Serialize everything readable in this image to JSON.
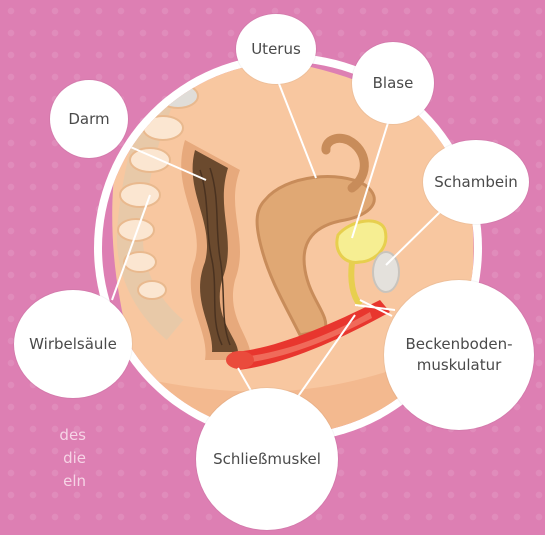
{
  "labels": {
    "uterus": "Uterus",
    "blase": "Blase",
    "darm": "Darm",
    "schambein": "Schambein",
    "wirbelsaeule": "Wirbelsäule",
    "beckenboden": "Beckenboden-\nmuskulatur",
    "schliessmuskel": "Schließmuskel"
  },
  "caption_fragment": "des\ndie\neln",
  "colors": {
    "background": "#dd7fb3",
    "ring": "#ffffff",
    "skin": "#f8c7a0",
    "uterus": "#e0a874",
    "bladder": "#f6ee92",
    "colon": "#6b4a2e",
    "muscle": "#e8362e",
    "label_text": "#4a4a4a"
  }
}
